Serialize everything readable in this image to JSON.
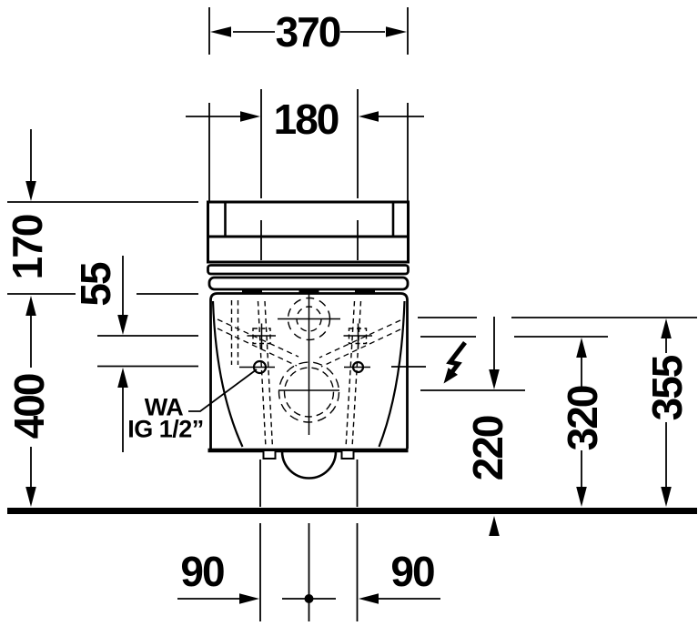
{
  "drawing": {
    "title": "wall-hung-toilet-front-dimension-drawing",
    "dimensions": {
      "overall_width": "370",
      "bolt_spacing": "180",
      "tank_height": "170",
      "connection_offset": "55",
      "rim_height": "400",
      "drain_height": "220",
      "connection_height": "320",
      "seat_height": "355",
      "bolt_left_offset": "90",
      "bolt_right_offset": "90"
    },
    "labels": {
      "water_connection_line1": "WA",
      "water_connection_line2": "IG 1/2”"
    },
    "icons": {
      "power": "lightning-bolt"
    },
    "colors": {
      "line": "#000000",
      "background": "#ffffff"
    }
  }
}
